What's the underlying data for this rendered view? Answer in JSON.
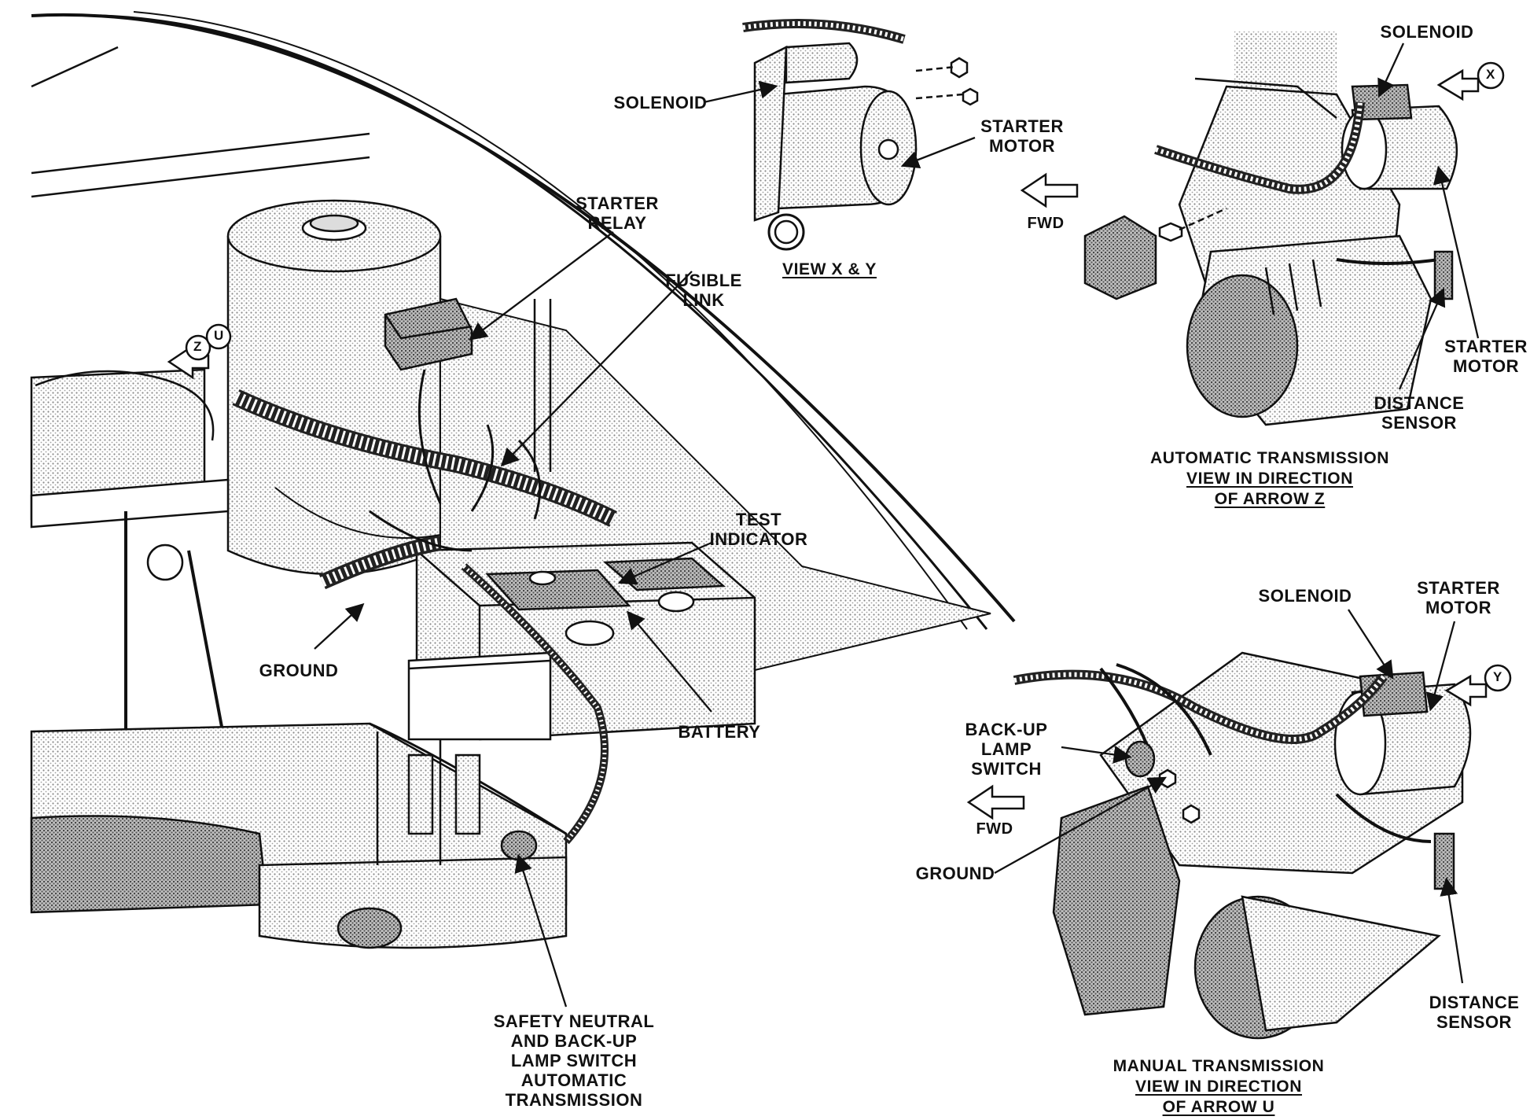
{
  "labels": {
    "solenoid_top": "SOLENOID",
    "starter_motor_top": "STARTER\nMOTOR",
    "view_xy": "VIEW X & Y",
    "fwd_top": "FWD",
    "solenoid_auto": "SOLENOID",
    "starter_motor_auto": "STARTER\nMOTOR",
    "distance_sensor_auto": "DISTANCE\nSENSOR",
    "starter_relay": "STARTER\nRELAY",
    "fusible_link": "FUSIBLE\nLINK",
    "test_indicator": "TEST\nINDICATOR",
    "ground_main": "GROUND",
    "battery": "BATTERY",
    "safety_switch": "SAFETY NEUTRAL\nAND BACK-UP\nLAMP SWITCH\nAUTOMATIC\nTRANSMISSION",
    "solenoid_manual": "SOLENOID",
    "starter_motor_manual": "STARTER\nMOTOR",
    "backup_lamp_switch": "BACK-UP\nLAMP SWITCH",
    "fwd_manual": "FWD",
    "ground_manual": "GROUND",
    "distance_sensor_manual": "DISTANCE\nSENSOR"
  },
  "captions": {
    "auto": [
      "AUTOMATIC TRANSMISSION",
      "VIEW IN DIRECTION",
      "OF ARROW Z"
    ],
    "manual": [
      "MANUAL TRANSMISSION",
      "VIEW IN DIRECTION",
      "OF ARROW U"
    ]
  },
  "arrow_tags": {
    "x": "X",
    "y": "Y",
    "z": "Z",
    "u": "U"
  },
  "colors": {
    "ink": "#111111",
    "shade": "#9a9a9a",
    "light": "#d6d6d6",
    "paper": "#ffffff"
  }
}
